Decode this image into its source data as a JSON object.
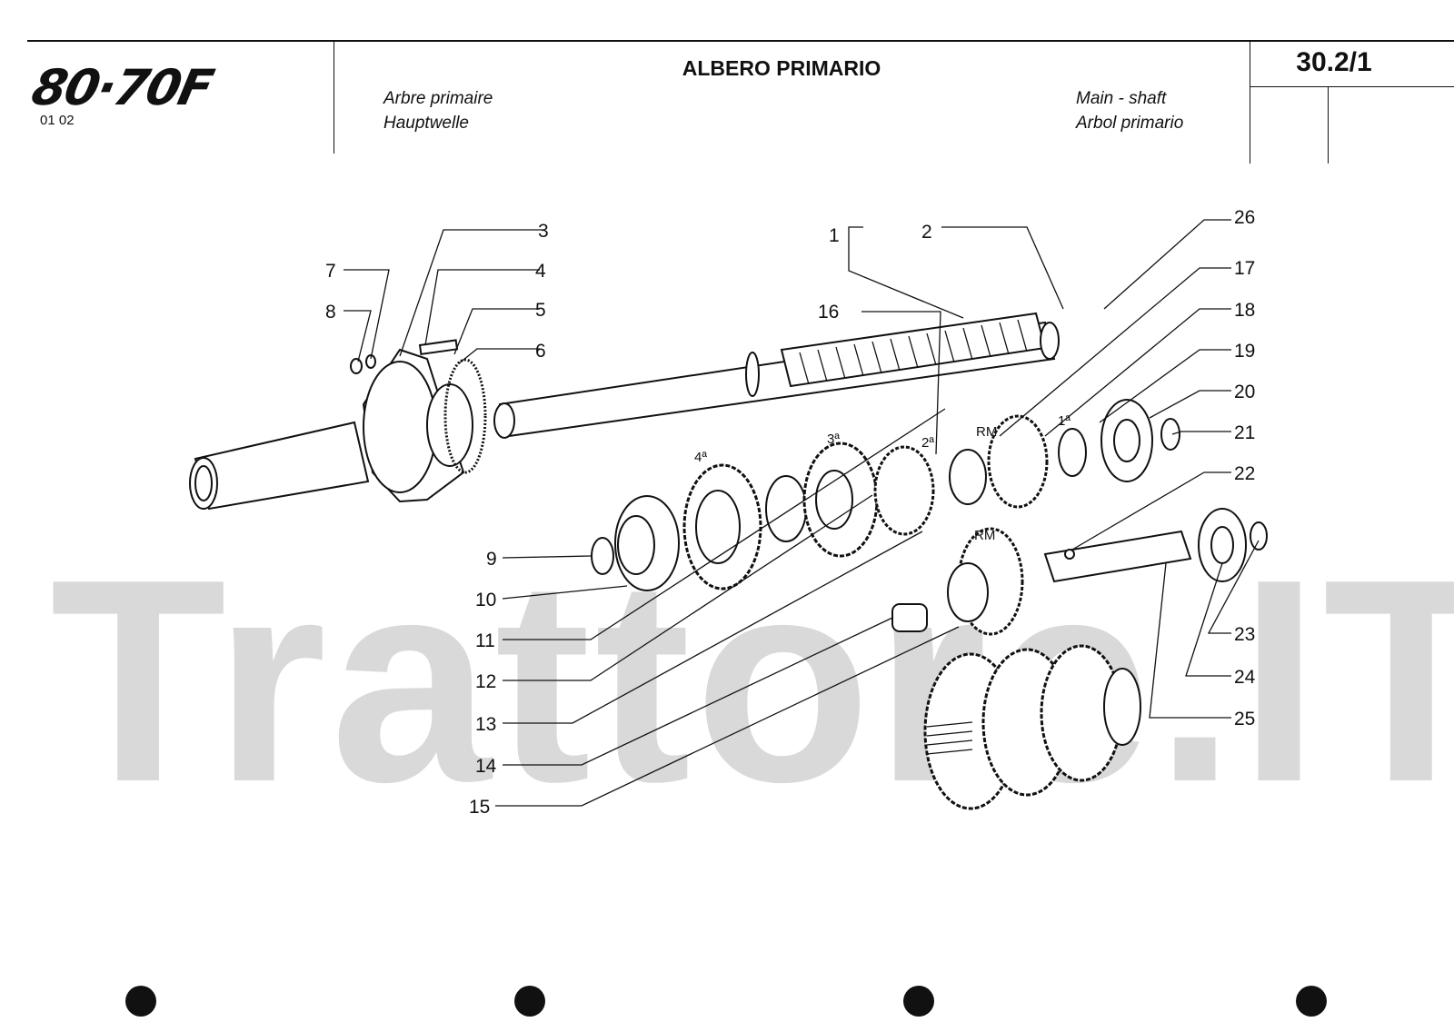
{
  "header": {
    "logo": "80·70F",
    "edition": "01 02",
    "title": "ALBERO PRIMARIO",
    "subtitle_fr": "Arbre primaire",
    "subtitle_de": "Hauptwelle",
    "subtitle_en": "Main - shaft",
    "subtitle_es": "Arbol primario",
    "sheet_number": "30.2/1"
  },
  "watermark": "Trattore.IT",
  "callouts": [
    {
      "id": "c1",
      "number": "1"
    },
    {
      "id": "c2",
      "number": "2"
    },
    {
      "id": "c3",
      "number": "3"
    },
    {
      "id": "c4",
      "number": "4"
    },
    {
      "id": "c5",
      "number": "5"
    },
    {
      "id": "c6",
      "number": "6"
    },
    {
      "id": "c7",
      "number": "7"
    },
    {
      "id": "c8",
      "number": "8"
    },
    {
      "id": "c9",
      "number": "9"
    },
    {
      "id": "c10",
      "number": "10"
    },
    {
      "id": "c11",
      "number": "11"
    },
    {
      "id": "c12",
      "number": "12"
    },
    {
      "id": "c13",
      "number": "13"
    },
    {
      "id": "c14",
      "number": "14"
    },
    {
      "id": "c15",
      "number": "15"
    },
    {
      "id": "c16",
      "number": "16"
    },
    {
      "id": "c17",
      "number": "17"
    },
    {
      "id": "c18",
      "number": "18"
    },
    {
      "id": "c19",
      "number": "19"
    },
    {
      "id": "c20",
      "number": "20"
    },
    {
      "id": "c21",
      "number": "21"
    },
    {
      "id": "c22",
      "number": "22"
    },
    {
      "id": "c23",
      "number": "23"
    },
    {
      "id": "c24",
      "number": "24"
    },
    {
      "id": "c25",
      "number": "25"
    },
    {
      "id": "c26",
      "number": "26"
    }
  ],
  "gear_labels": {
    "fourth": "4ª",
    "third": "3ª",
    "second": "2ª",
    "first": "1ª",
    "reverse_upper": "RM",
    "reverse_lower": "RM"
  }
}
